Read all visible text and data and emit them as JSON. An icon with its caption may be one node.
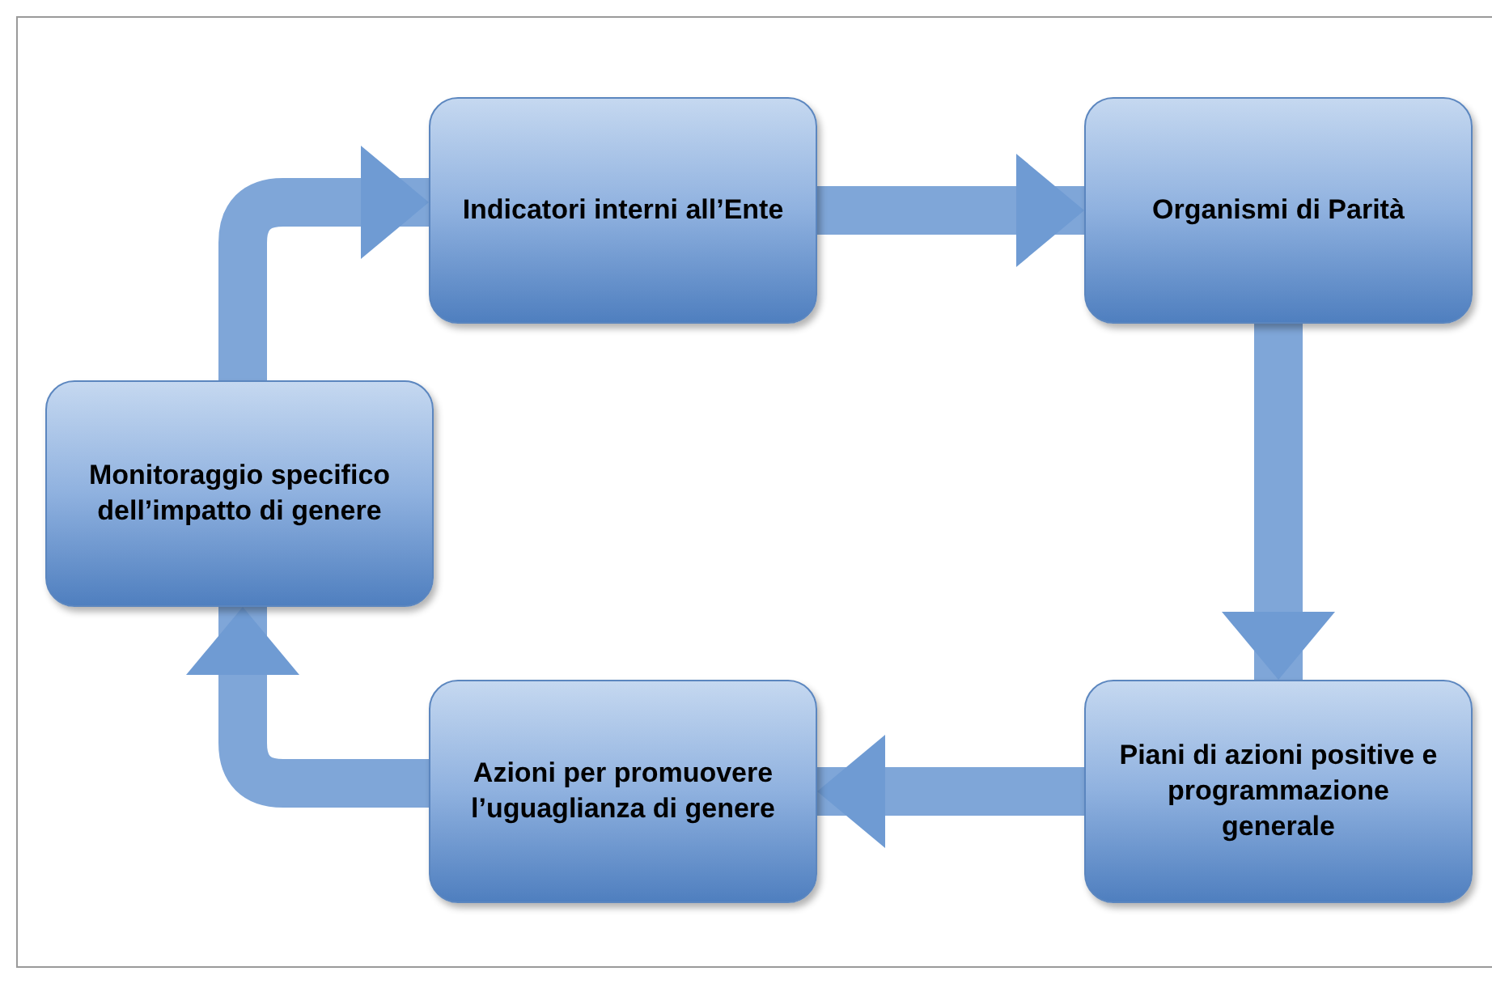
{
  "diagram": {
    "nodes": [
      {
        "text": [
          "Indicatori interni all’Ente"
        ]
      },
      {
        "text": [
          "Organismi di Parità"
        ]
      },
      {
        "text": [
          "Piani di azioni positive e programmazione generale"
        ]
      },
      {
        "text": [
          "Azioni per promuovere l’uguaglianza di genere"
        ]
      },
      {
        "text": [
          "Monitoraggio specifico dell’impatto di genere"
        ]
      }
    ],
    "edges": [
      {
        "from": 0,
        "to": 1,
        "arrow": "to"
      },
      {
        "from": 1,
        "to": 2,
        "arrow": "to"
      },
      {
        "from": 2,
        "to": 3,
        "arrow": "to"
      },
      {
        "from": 3,
        "to": 4,
        "arrow": "to"
      },
      {
        "from": 4,
        "to": 0,
        "arrow": "to"
      }
    ]
  }
}
